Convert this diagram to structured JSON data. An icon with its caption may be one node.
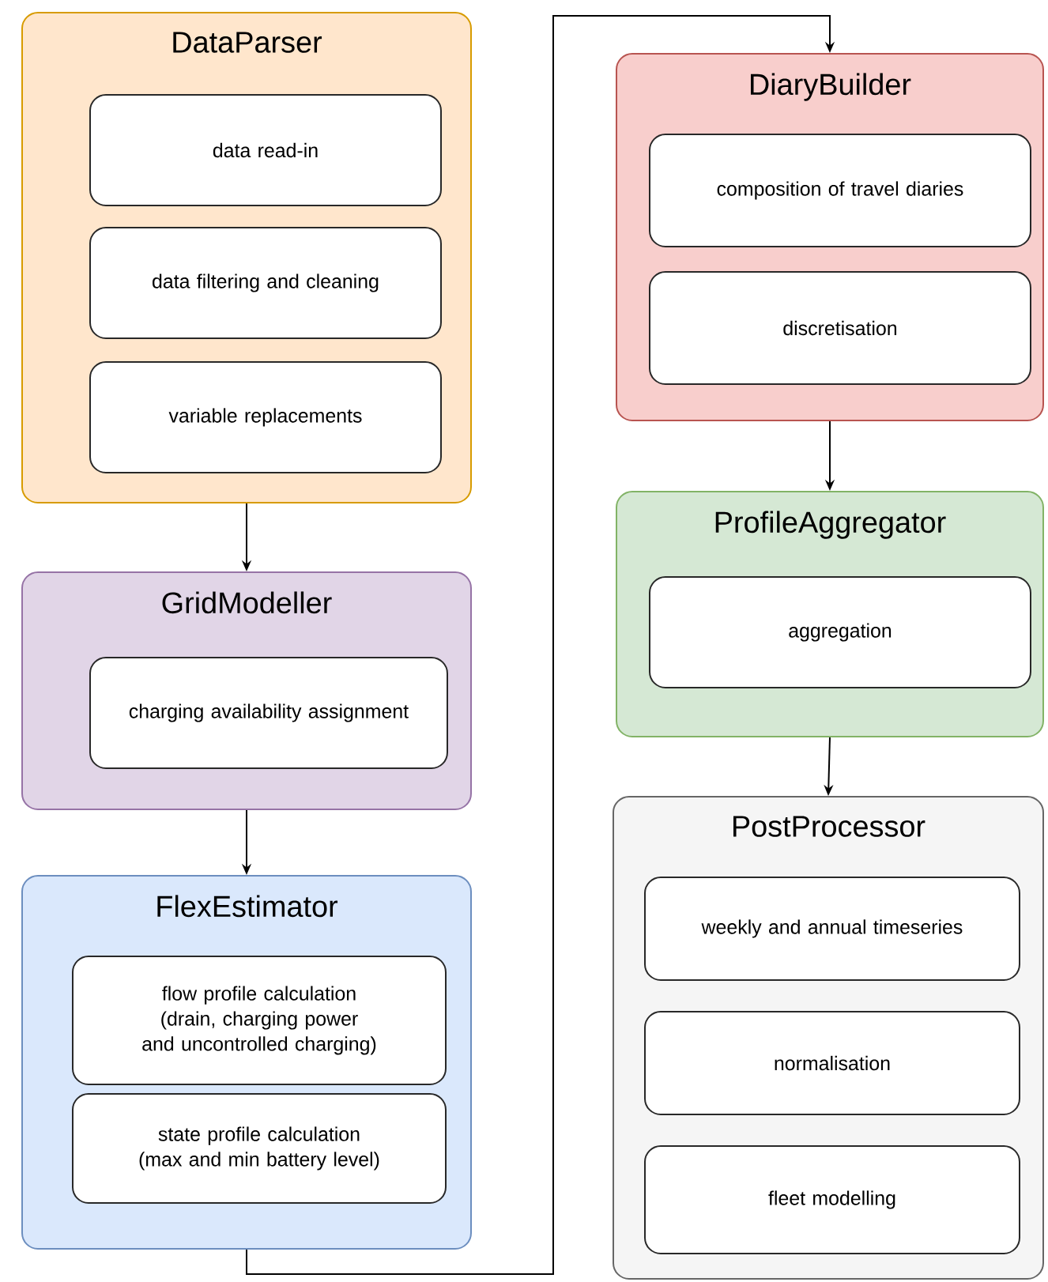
{
  "diagram": {
    "nodes": [
      {
        "text": [
          "DataParser"
        ]
      },
      {
        "text": [
          "data read-in"
        ],
        "in": 0
      },
      {
        "text": [
          "data filtering and cleaning"
        ],
        "in": 0
      },
      {
        "text": [
          "variable replacements"
        ],
        "in": 0
      },
      {
        "text": [
          "GridModeller"
        ]
      },
      {
        "text": [
          "charging availability assignment"
        ],
        "in": 4
      },
      {
        "text": [
          "FlexEstimator"
        ]
      },
      {
        "text": [
          "flow profile calculation (drain, charging power and uncontrolled charging)"
        ],
        "in": 6
      },
      {
        "text": [
          "state profile calculation (max and min battery level)"
        ],
        "in": 6
      },
      {
        "text": [
          "DiaryBuilder"
        ]
      },
      {
        "text": [
          "composition of travel diaries"
        ],
        "in": 9
      },
      {
        "text": [
          "discretisation"
        ],
        "in": 9
      },
      {
        "text": [
          "ProfileAggregator"
        ]
      },
      {
        "text": [
          "aggregation"
        ],
        "in": 12
      },
      {
        "text": [
          "PostProcessor"
        ]
      },
      {
        "text": [
          "weekly and annual timeseries"
        ],
        "in": 14
      },
      {
        "text": [
          "normalisation"
        ],
        "in": 14
      },
      {
        "text": [
          "fleet modelling"
        ],
        "in": 14
      }
    ],
    "edges": [
      {
        "from": 0,
        "to": 4,
        "arrow": "to"
      },
      {
        "from": 4,
        "to": 6,
        "arrow": "to"
      },
      {
        "from": 6,
        "to": 9,
        "arrow": "to"
      },
      {
        "from": 9,
        "to": 12,
        "arrow": "to"
      },
      {
        "from": 12,
        "to": 14,
        "arrow": "to"
      }
    ]
  }
}
